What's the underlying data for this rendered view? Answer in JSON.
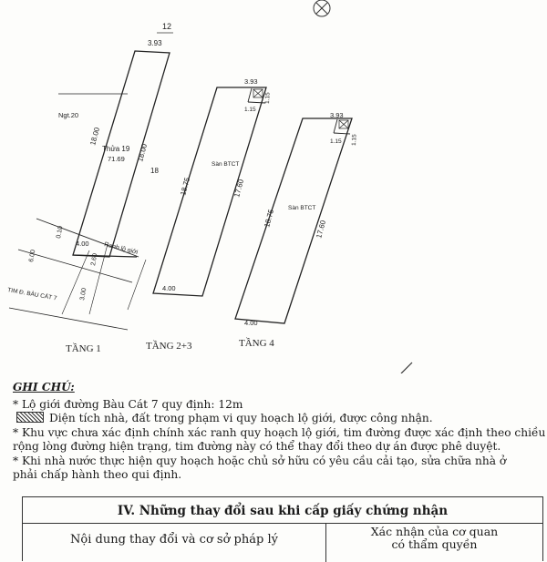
{
  "plan": {
    "top_number": "12",
    "neighbor_label": "Ngt.20",
    "block_18": "18",
    "lot_label": "Thửa 19",
    "lot_area": "71.69",
    "floor1": {
      "width_top": "3.93",
      "left_len": "18.00",
      "right_len": "18.00",
      "bottom_width": "4.00",
      "dim_010": "0.10",
      "dim_260": "2.60",
      "dim_300": "3.00",
      "dim_600": "6.00",
      "boundary": "Ranh lộ giới",
      "street": "TIM Đ. BÀU CÁT 7"
    },
    "floor2": {
      "width_top": "3.93",
      "side_115a": "1.15",
      "side_115b": "1.15",
      "left_len": "18.75",
      "right_len": "17.60",
      "bottom_width": "4.00",
      "floor_label": "Sàn BTCT"
    },
    "floor4": {
      "width_top": "3.93",
      "side_115a": "1.15",
      "side_115b": "1.15",
      "left_len": "18.75",
      "right_len": "17.60",
      "bottom_width": "4.00",
      "floor_label": "Sàn BTCT"
    },
    "labels": {
      "tang1": "TẦNG 1",
      "tang23": "TẦNG 2+3",
      "tang4": "TẦNG 4"
    }
  },
  "notes": {
    "title": "GHI CHÚ:",
    "line1": "* Lộ giới đường Bàu Cát 7 quy định: 12m",
    "line2": "Diện tích nhà, đất trong phạm vi quy hoạch lộ giới, được công nhận.",
    "line3": "* Khu vực chưa xác định chính xác ranh quy hoạch lộ giới, tim đường được xác định theo chiều",
    "line4": "rộng lòng đường hiện trạng, tim đường này có thể thay đổi theo dự án được phê duyệt.",
    "line5": "* Khi nhà nước thực hiện quy hoạch hoặc chủ sở hữu có yêu cầu cải tạo, sửa chữa nhà ở",
    "line6": "phải chấp hành theo qui định."
  },
  "section4": {
    "title": "IV. Những thay đổi sau khi cấp giấy chứng nhận",
    "col1": "Nội dung thay đổi và cơ sở pháp lý",
    "col2_line1": "Xác nhận của cơ quan",
    "col2_line2": "có thẩm quyền"
  }
}
